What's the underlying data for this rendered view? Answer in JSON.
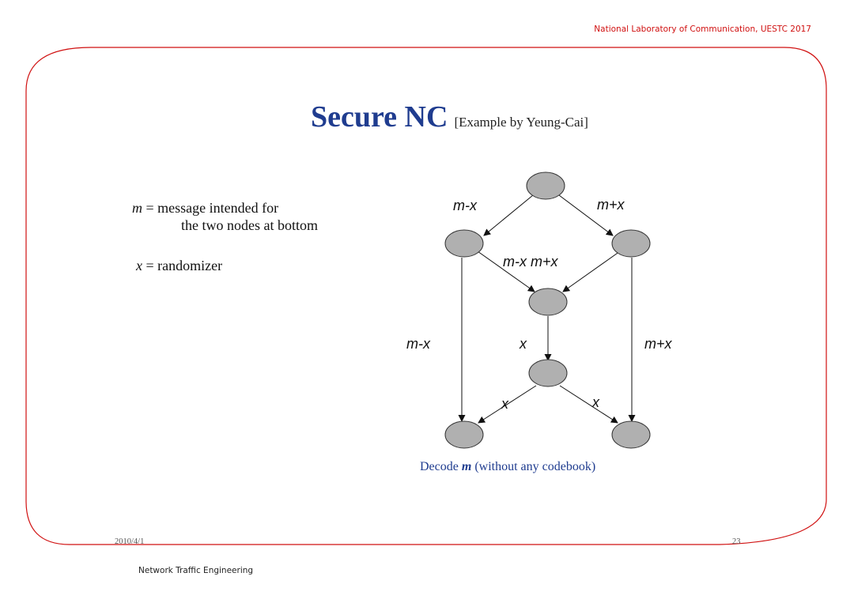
{
  "header": {
    "lab": "National Laboratory of Communication, UESTC  2017"
  },
  "slide": {
    "title": "Secure NC",
    "subtitle": "[Example by Yeung-Cai]",
    "definitions": {
      "m_var": "m",
      "m_text": " = message intended for",
      "m_text2": "the two nodes at bottom",
      "x_var": "x",
      "x_text": " = randomizer"
    },
    "diagram": {
      "edges": {
        "source_left": "m-x",
        "source_right": "m+x",
        "middle_pair": "m-x m+x",
        "left_down": "m-x",
        "right_down": "m+x",
        "center_down": "x",
        "relay_left": "x",
        "relay_right": "x"
      },
      "caption_prefix": "Decode ",
      "caption_var": "m",
      "caption_suffix": " (without any codebook)"
    }
  },
  "footer": {
    "date": "2010/4/1",
    "page": "23",
    "course": "Network Traffic Engineering"
  },
  "colors": {
    "accent_red": "#d01010",
    "title_blue": "#1f3c8f",
    "node_fill": "#b0b0b0"
  }
}
